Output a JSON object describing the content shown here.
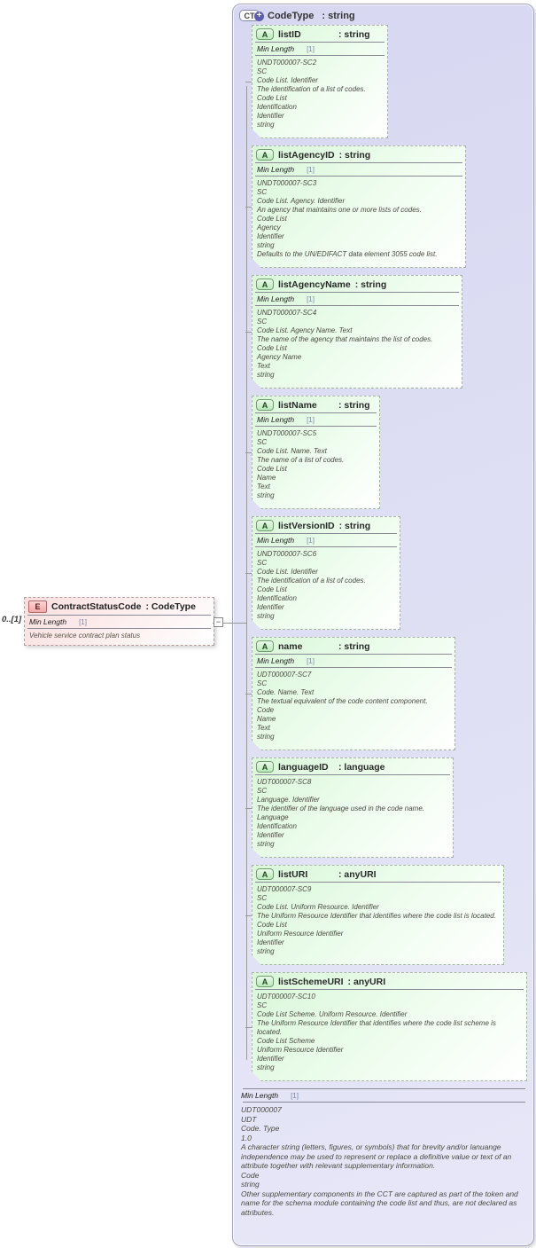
{
  "icons": {
    "minus": "−",
    "plus": "+"
  },
  "colors": {
    "complex_type_fill": "#dedef4",
    "attribute_fill": "#d9f7d9",
    "element_fill": "#f9dede",
    "plus_badge": "#5b5bb0",
    "facet_value_text": "#7a86a8"
  },
  "diagram": {
    "element": {
      "cardinality": "0..[1]",
      "icon_label": "E",
      "name": "ContractStatusCode",
      "type_label": ": CodeType",
      "facet_name": "Min Length",
      "facet_value": "[1]",
      "annotation": "Vehicle service contract plan status"
    },
    "complex_type": {
      "icon_label": "CT",
      "title_name": "CodeType",
      "title_type_label": ": string",
      "facet_name": "Min Length",
      "facet_value": "[1]",
      "annotation_lines": [
        "UDT000007",
        "UDT",
        "Code. Type",
        "1.0",
        "A character string (letters, figures, or symbols) that for brevity and/or lanuange independence may be used to represent or replace a definitive value or text of an attribute together with relevant supplementary information.",
        "Code",
        "string",
        "Other supplementary components in the CCT are captured as part of the token and name for the schema module containing the code list and thus, are not declared as attributes."
      ],
      "attributes": [
        {
          "icon_label": "A",
          "name": "listID",
          "type_label": ": string",
          "facet_name": "Min Length",
          "facet_value": "[1]",
          "annotation_lines": [
            "UNDT000007-SC2",
            "SC",
            "Code List. Identifier",
            "The identification of a list of codes.",
            "Code List",
            "Identification",
            "Identifier",
            "string"
          ]
        },
        {
          "icon_label": "A",
          "name": "listAgencyID",
          "type_label": ": string",
          "facet_name": "Min Length",
          "facet_value": "[1]",
          "annotation_lines": [
            "UNDT000007-SC3",
            "SC",
            "Code List. Agency. Identifier",
            "An agency that maintains one or more lists of codes.",
            "Code List",
            "Agency",
            "Identifier",
            "string",
            "Defaults to the UN/EDIFACT data element 3055 code list."
          ]
        },
        {
          "icon_label": "A",
          "name": "listAgencyName",
          "type_label": ": string",
          "facet_name": "Min Length",
          "facet_value": "[1]",
          "annotation_lines": [
            "UNDT000007-SC4",
            "SC",
            "Code List. Agency Name. Text",
            "The name of the agency that maintains the list of codes.",
            "Code List",
            "Agency Name",
            "Text",
            "string"
          ]
        },
        {
          "icon_label": "A",
          "name": "listName",
          "type_label": ": string",
          "facet_name": "Min Length",
          "facet_value": "[1]",
          "annotation_lines": [
            "UNDT000007-SC5",
            "SC",
            "Code List. Name. Text",
            "The name of a list of codes.",
            "Code List",
            "Name",
            "Text",
            "string"
          ]
        },
        {
          "icon_label": "A",
          "name": "listVersionID",
          "type_label": ": string",
          "facet_name": "Min Length",
          "facet_value": "[1]",
          "annotation_lines": [
            "UNDT000007-SC6",
            "SC",
            "Code List. Identifier",
            "The identification of a list of codes.",
            "Code List",
            "Identification",
            "Identifier",
            "string"
          ]
        },
        {
          "icon_label": "A",
          "name": "name",
          "type_label": ": string",
          "facet_name": "Min Length",
          "facet_value": "[1]",
          "annotation_lines": [
            "UDT000007-SC7",
            "SC",
            "Code. Name. Text",
            "The textual equivalent of the code content component.",
            "Code",
            "Name",
            "Text",
            "string"
          ]
        },
        {
          "icon_label": "A",
          "name": "languageID",
          "type_label": ": language",
          "annotation_lines": [
            "UDT000007-SC8",
            "SC",
            "Language. Identifier",
            "The identifier of the language used in the code name.",
            "Language",
            "Identification",
            "Identifier",
            "string"
          ]
        },
        {
          "icon_label": "A",
          "name": "listURI",
          "type_label": ": anyURI",
          "annotation_lines": [
            "UDT000007-SC9",
            "SC",
            "Code List. Uniform Resource. Identifier",
            "The Uniform Resource Identifier that identifies where the code list is located.",
            "Code List",
            "Uniform Resource Identifier",
            "Identifier",
            "string"
          ]
        },
        {
          "icon_label": "A",
          "name": "listSchemeURI",
          "type_label": ": anyURI",
          "annotation_lines": [
            "UDT000007-SC10",
            "SC",
            "Code List Scheme. Uniform Resource. Identifier",
            "The Uniform Resource Identifier that identifies where the code list scheme is located.",
            "Code List Scheme",
            "Uniform Resource Identifier",
            "Identifier",
            "string"
          ]
        }
      ]
    }
  }
}
